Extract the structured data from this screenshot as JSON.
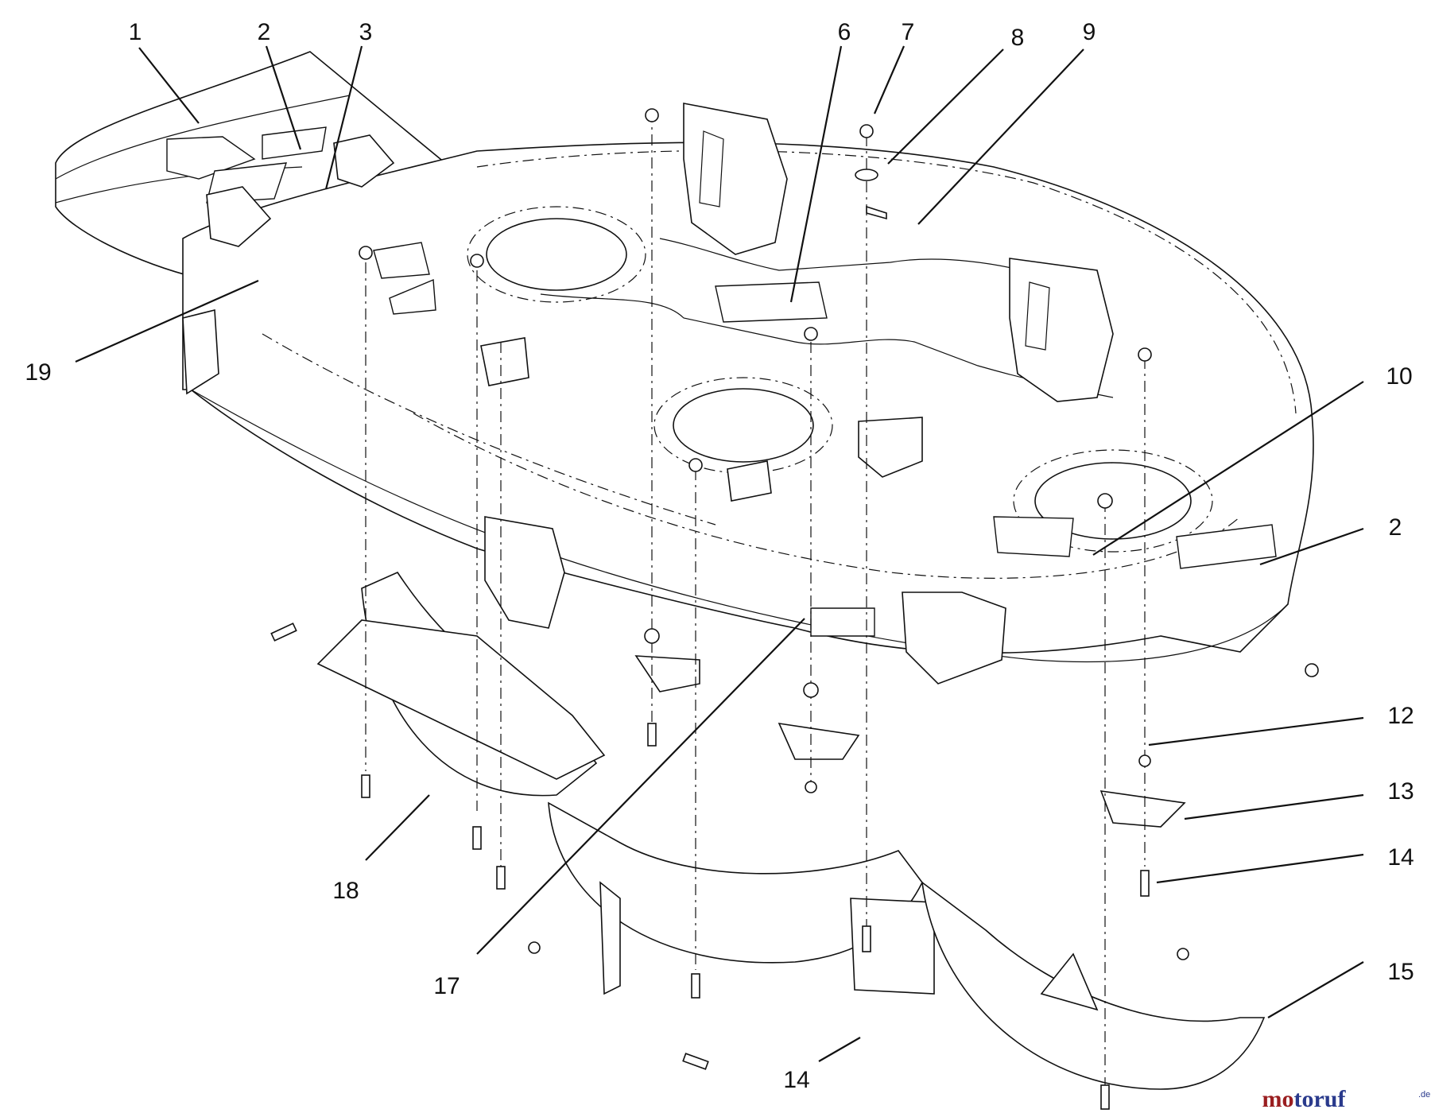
{
  "callouts": [
    "1",
    "2",
    "3",
    "6",
    "7",
    "8",
    "9",
    "19",
    "10",
    "2",
    "12",
    "13",
    "14",
    "15",
    "18",
    "17",
    "14"
  ],
  "logo": {
    "name": "motoruf",
    "tld": ".de",
    "accent": "#9a1e20",
    "primary": "#2a3a8c"
  }
}
